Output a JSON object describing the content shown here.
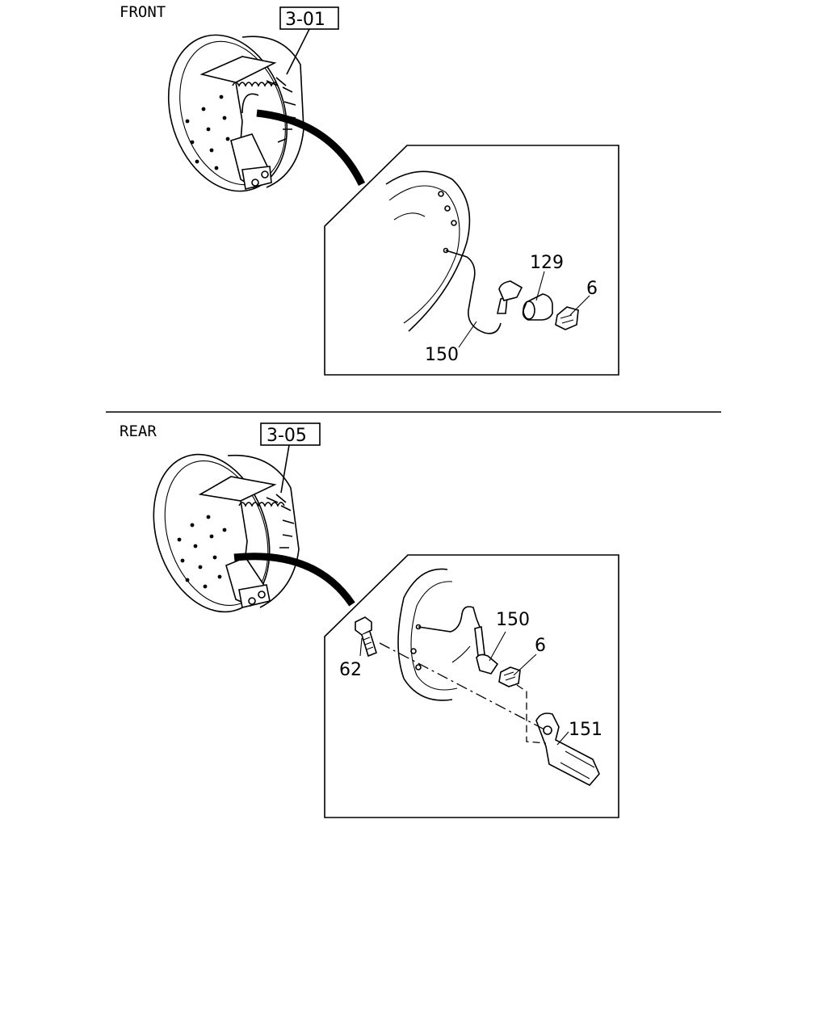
{
  "sections": {
    "front": {
      "title": "FRONT",
      "ref_box": "3-01",
      "callouts": {
        "p129": "129",
        "p6": "6",
        "p150": "150"
      }
    },
    "rear": {
      "title": "REAR",
      "ref_box": "3-05",
      "callouts": {
        "p150": "150",
        "p6": "6",
        "p62": "62",
        "p151": "151"
      }
    }
  },
  "colors": {
    "ink": "#000000",
    "paper": "#ffffff"
  }
}
